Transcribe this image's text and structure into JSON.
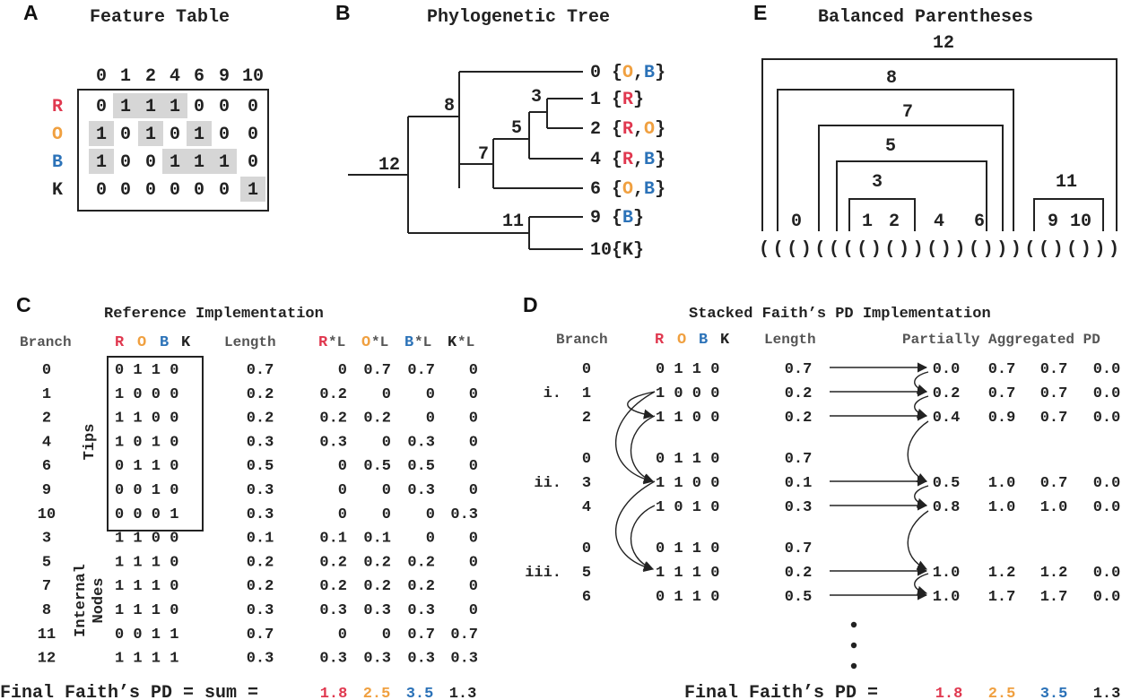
{
  "colors": {
    "R": "#e0384f",
    "O": "#f0a040",
    "B": "#2b72b8",
    "K": "#222222"
  },
  "panels": {
    "A": "A",
    "B": "B",
    "C": "C",
    "D": "D",
    "E": "E"
  },
  "titles": {
    "A": "Feature Table",
    "B": "Phylogenetic Tree",
    "C": "Reference Implementation",
    "D": "Stacked Faith’s PD Implementation",
    "E": "Balanced Parentheses"
  },
  "featureTable": {
    "columns": [
      "0",
      "1",
      "2",
      "4",
      "6",
      "9",
      "10"
    ],
    "rows": [
      {
        "label": "R",
        "values": [
          0,
          1,
          1,
          1,
          0,
          0,
          0
        ]
      },
      {
        "label": "O",
        "values": [
          1,
          0,
          1,
          0,
          1,
          0,
          0
        ]
      },
      {
        "label": "B",
        "values": [
          1,
          0,
          0,
          1,
          1,
          1,
          0
        ]
      },
      {
        "label": "K",
        "values": [
          0,
          0,
          0,
          0,
          0,
          0,
          1
        ]
      }
    ]
  },
  "tree": {
    "internal": [
      "12",
      "8",
      "3",
      "5",
      "7",
      "11"
    ],
    "tips": [
      {
        "id": "0",
        "set": [
          "O",
          "B"
        ]
      },
      {
        "id": "1",
        "set": [
          "R"
        ]
      },
      {
        "id": "2",
        "set": [
          "R",
          "O"
        ]
      },
      {
        "id": "4",
        "set": [
          "R",
          "B"
        ]
      },
      {
        "id": "6",
        "set": [
          "O",
          "B"
        ]
      },
      {
        "id": "9",
        "set": [
          "B"
        ]
      },
      {
        "id": "10",
        "set": [
          "K"
        ]
      }
    ]
  },
  "parens": {
    "labels": [
      "12",
      "8",
      "7",
      "5",
      "3",
      "0",
      "1",
      "2",
      "4",
      "6",
      "11",
      "9",
      "10"
    ],
    "string": "((()(((()())())()))(()()))"
  },
  "reference": {
    "headers": {
      "branch": "Branch",
      "R": "R",
      "O": "O",
      "B": "B",
      "K": "K",
      "length": "Length",
      "RL": "*L",
      "OL": "*L",
      "BL": "*L",
      "KL": "*L"
    },
    "groupTips": "Tips",
    "groupInternal1": "Internal",
    "groupInternal2": "Nodes",
    "rows": [
      {
        "branch": "0",
        "bits": "0 1 1 0",
        "length": "0.7",
        "rl": "0",
        "ol": "0.7",
        "bl": "0.7",
        "kl": "0"
      },
      {
        "branch": "1",
        "bits": "1 0 0 0",
        "length": "0.2",
        "rl": "0.2",
        "ol": "0",
        "bl": "0",
        "kl": "0"
      },
      {
        "branch": "2",
        "bits": "1 1 0 0",
        "length": "0.2",
        "rl": "0.2",
        "ol": "0.2",
        "bl": "0",
        "kl": "0"
      },
      {
        "branch": "4",
        "bits": "1 0 1 0",
        "length": "0.3",
        "rl": "0.3",
        "ol": "0",
        "bl": "0.3",
        "kl": "0"
      },
      {
        "branch": "6",
        "bits": "0 1 1 0",
        "length": "0.5",
        "rl": "0",
        "ol": "0.5",
        "bl": "0.5",
        "kl": "0"
      },
      {
        "branch": "9",
        "bits": "0 0 1 0",
        "length": "0.3",
        "rl": "0",
        "ol": "0",
        "bl": "0.3",
        "kl": "0"
      },
      {
        "branch": "10",
        "bits": "0 0 0 1",
        "length": "0.3",
        "rl": "0",
        "ol": "0",
        "bl": "0",
        "kl": "0.3"
      },
      {
        "branch": "3",
        "bits": "1 1 0 0",
        "length": "0.1",
        "rl": "0.1",
        "ol": "0.1",
        "bl": "0",
        "kl": "0"
      },
      {
        "branch": "5",
        "bits": "1 1 1 0",
        "length": "0.2",
        "rl": "0.2",
        "ol": "0.2",
        "bl": "0.2",
        "kl": "0"
      },
      {
        "branch": "7",
        "bits": "1 1 1 0",
        "length": "0.2",
        "rl": "0.2",
        "ol": "0.2",
        "bl": "0.2",
        "kl": "0"
      },
      {
        "branch": "8",
        "bits": "1 1 1 0",
        "length": "0.3",
        "rl": "0.3",
        "ol": "0.3",
        "bl": "0.3",
        "kl": "0"
      },
      {
        "branch": "11",
        "bits": "0 0 1 1",
        "length": "0.7",
        "rl": "0",
        "ol": "0",
        "bl": "0.7",
        "kl": "0.7"
      },
      {
        "branch": "12",
        "bits": "1 1 1 1",
        "length": "0.3",
        "rl": "0.3",
        "ol": "0.3",
        "bl": "0.3",
        "kl": "0.3"
      }
    ],
    "finalLabel": "Final Faith’s PD = sum =",
    "final": [
      "1.8",
      "2.5",
      "3.5",
      "1.3"
    ]
  },
  "stacked": {
    "headers": {
      "branch": "Branch",
      "R": "R",
      "O": "O",
      "B": "B",
      "K": "K",
      "length": "Length",
      "pd": "Partially Aggregated PD"
    },
    "rows": [
      {
        "step": "",
        "branch": "0",
        "bits": "0 1 1 0",
        "length": "0.7",
        "pd": [
          "0.0",
          "0.7",
          "0.7",
          "0.0"
        ]
      },
      {
        "step": "i.",
        "branch": "1",
        "bits": "1 0 0 0",
        "length": "0.2",
        "pd": [
          "0.2",
          "0.7",
          "0.7",
          "0.0"
        ]
      },
      {
        "step": "",
        "branch": "2",
        "bits": "1 1 0 0",
        "length": "0.2",
        "pd": [
          "0.4",
          "0.9",
          "0.7",
          "0.0"
        ]
      },
      {
        "step": "",
        "branch": "0",
        "bits": "0 1 1 0",
        "length": "0.7",
        "pd": null
      },
      {
        "step": "ii.",
        "branch": "3",
        "bits": "1 1 0 0",
        "length": "0.1",
        "pd": [
          "0.5",
          "1.0",
          "0.7",
          "0.0"
        ]
      },
      {
        "step": "",
        "branch": "4",
        "bits": "1 0 1 0",
        "length": "0.3",
        "pd": [
          "0.8",
          "1.0",
          "1.0",
          "0.0"
        ]
      },
      {
        "step": "",
        "branch": "0",
        "bits": "0 1 1 0",
        "length": "0.7",
        "pd": null
      },
      {
        "step": "iii.",
        "branch": "5",
        "bits": "1 1 1 0",
        "length": "0.2",
        "pd": [
          "1.0",
          "1.2",
          "1.2",
          "0.0"
        ]
      },
      {
        "step": "",
        "branch": "6",
        "bits": "0 1 1 0",
        "length": "0.5",
        "pd": [
          "1.0",
          "1.7",
          "1.7",
          "0.0"
        ]
      }
    ],
    "finalLabel": "Final Faith’s PD =",
    "final": [
      "1.8",
      "2.5",
      "3.5",
      "1.3"
    ]
  }
}
